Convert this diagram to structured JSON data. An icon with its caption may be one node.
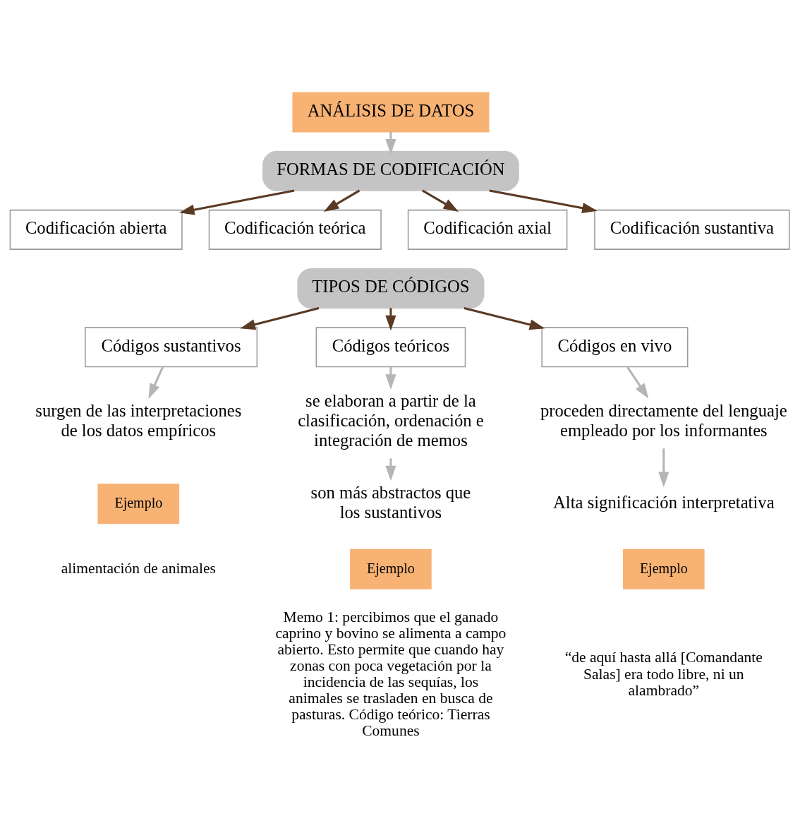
{
  "diagram": {
    "nodes": [
      {
        "text": [
          "ANÁLISIS DE DATOS"
        ]
      },
      {
        "text": [
          "FORMAS DE CODIFICACIÓN"
        ]
      },
      {
        "text": [
          "Codificación abierta"
        ]
      },
      {
        "text": [
          "Codificación teórica"
        ]
      },
      {
        "text": [
          "Codificación axial"
        ]
      },
      {
        "text": [
          "Codificación sustantiva"
        ]
      },
      {
        "text": [
          "TIPOS DE CÓDIGOS"
        ]
      },
      {
        "text": [
          "Códigos sustantivos"
        ]
      },
      {
        "text": [
          "Códigos teóricos"
        ]
      },
      {
        "text": [
          "Códigos en vivo"
        ]
      },
      {
        "text": [
          "surgen de las interpretaciones de los datos empíricos"
        ]
      },
      {
        "text": [
          "se elaboran a partir de la clasificación, ordenación e integración de memos"
        ]
      },
      {
        "text": [
          "proceden directamente del lenguaje empleado por los informantes"
        ]
      },
      {
        "text": [
          "son más abstractos que los sustantivos"
        ]
      },
      {
        "text": [
          "Alta significación interpretativa"
        ]
      },
      {
        "text": [
          "Ejemplo"
        ],
        "beside": [
          "alimentación de animales"
        ]
      },
      {
        "text": [
          "Ejemplo"
        ],
        "beside": [
          "Memo 1: percibimos que el ganado caprino y bovino se alimenta a campo abierto. Esto permite que cuando hay zonas con poca vegetación por la incidencia de las sequías, los animales se trasladen en busca de pasturas. Código teórico: Tierras Comunes"
        ]
      },
      {
        "text": [
          "Ejemplo"
        ],
        "beside": [
          "“de aquí hasta allá [Comandante Salas] era todo libre, ni un alambrado”"
        ]
      }
    ],
    "edges": [
      {
        "from": 0,
        "to": 1,
        "arrow": "to",
        "color": "#b5b5b5"
      },
      {
        "from": 1,
        "to": 2,
        "arrow": "to"
      },
      {
        "from": 1,
        "to": 3,
        "arrow": "to"
      },
      {
        "from": 1,
        "to": 4,
        "arrow": "to"
      },
      {
        "from": 1,
        "to": 5,
        "arrow": "to"
      },
      {
        "from": 6,
        "to": 7,
        "arrow": "to"
      },
      {
        "from": 6,
        "to": 8,
        "arrow": "to"
      },
      {
        "from": 6,
        "to": 9,
        "arrow": "to"
      },
      {
        "from": 7,
        "to": 10,
        "arrow": "to",
        "color": "#b5b5b5"
      },
      {
        "from": 8,
        "to": 11,
        "arrow": "to",
        "color": "#b5b5b5"
      },
      {
        "from": 9,
        "to": 12,
        "arrow": "to",
        "color": "#b5b5b5"
      },
      {
        "from": 11,
        "to": 13,
        "arrow": "to",
        "color": "#b5b5b5"
      },
      {
        "from": 12,
        "to": 14,
        "arrow": "to",
        "color": "#b5b5b5"
      }
    ]
  }
}
